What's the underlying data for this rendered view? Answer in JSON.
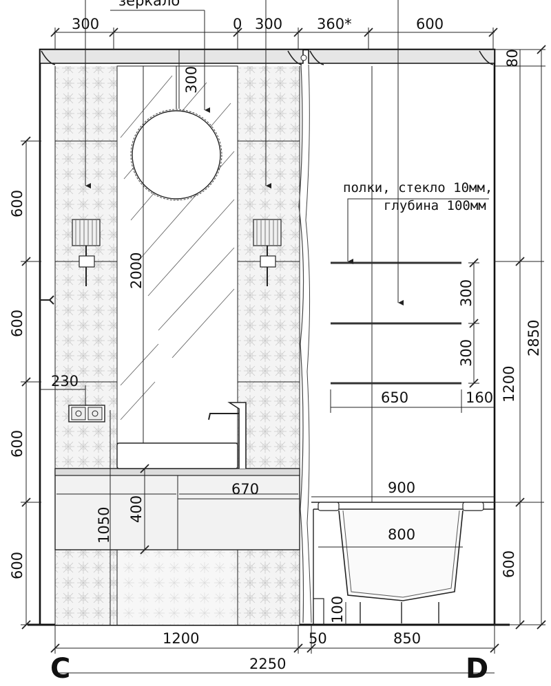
{
  "top_dims": {
    "d1": "300",
    "d2": "0",
    "d3": "300",
    "d4": "360*",
    "d5": "600",
    "d6": "80",
    "mirror_word": "зеркало"
  },
  "mirror_dim": "300",
  "mirror_height": "2000",
  "left_dims": {
    "a": "600",
    "b": "600",
    "c": "600",
    "d": "600"
  },
  "socket_offset": "230",
  "vanity_height": "1050",
  "vanity_drawer": "400",
  "vanity_width": "670",
  "shelf_note": {
    "line1": "полки, стекло 10мм,",
    "line2": "глубина 100мм"
  },
  "shelf_spacing": {
    "s1": "300",
    "s2": "300"
  },
  "shelf_width": "650",
  "shelf_offset": "160",
  "right_dims": {
    "total": "2850",
    "upper": "1200",
    "lower": "600"
  },
  "bath": {
    "outer": "900",
    "inner": "800",
    "legs": "100"
  },
  "bottom_dims": {
    "left": "1200",
    "gap": "50",
    "right": "850",
    "total": "2250"
  },
  "view_labels": {
    "left": "C",
    "right": "D"
  }
}
